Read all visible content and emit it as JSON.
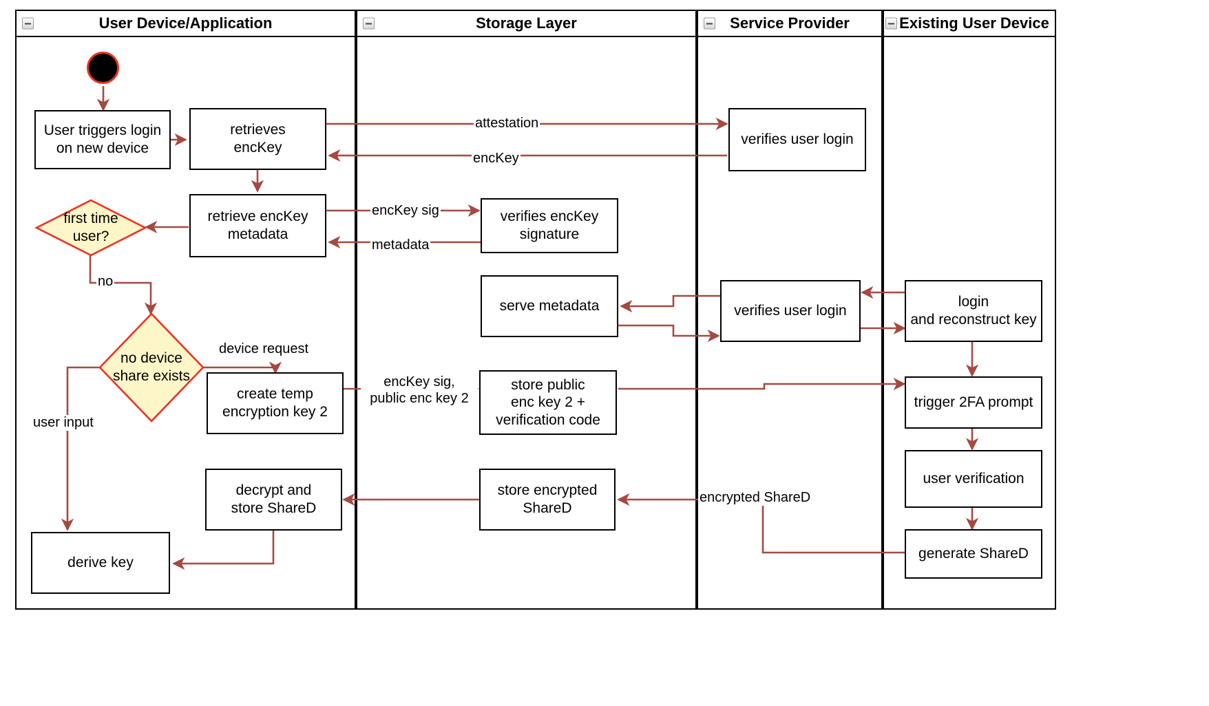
{
  "diagram": {
    "type": "uml-activity-swimlane",
    "title": "Login on new device / key reconstruction flow",
    "colors": {
      "lane_border": "#000000",
      "node_border": "#000000",
      "node_fill": "#ffffff",
      "edge": "#a44a42",
      "decision_fill": "#fdf6c8",
      "decision_border": "#ef3124",
      "start_fill": "#000000",
      "start_border": "#ef3124",
      "text": "#000000",
      "background": "#ffffff"
    },
    "lanes": [
      {
        "id": "lane-user-device",
        "label": "User Device/Application",
        "collapse_icon": "collapse-minus-icon"
      },
      {
        "id": "lane-storage",
        "label": "Storage Layer",
        "collapse_icon": "collapse-minus-icon"
      },
      {
        "id": "lane-service",
        "label": "Service Provider",
        "collapse_icon": "collapse-minus-icon"
      },
      {
        "id": "lane-existing-device",
        "label": "Existing User Device",
        "collapse_icon": "collapse-minus-icon"
      }
    ],
    "start_node": {
      "name": "initial-node",
      "label": ""
    },
    "nodes": [
      {
        "id": "n-trigger-login",
        "lane": "lane-user-device",
        "label": "User triggers login\non new device"
      },
      {
        "id": "n-retrieves-enckey",
        "lane": "lane-user-device",
        "label": "retrieves\nencKey"
      },
      {
        "id": "n-retrieve-meta",
        "lane": "lane-user-device",
        "label": "retrieve encKey\nmetadata"
      },
      {
        "id": "n-create-temp-key",
        "lane": "lane-user-device",
        "label": "create temp\nencryption key 2"
      },
      {
        "id": "n-decrypt-store",
        "lane": "lane-user-device",
        "label": "decrypt and\nstore ShareD"
      },
      {
        "id": "n-derive-key",
        "lane": "lane-user-device",
        "label": "derive key"
      },
      {
        "id": "n-verify-sig",
        "lane": "lane-storage",
        "label": "verifies encKey\nsignature"
      },
      {
        "id": "n-serve-metadata",
        "lane": "lane-storage",
        "label": "serve metadata"
      },
      {
        "id": "n-store-public",
        "lane": "lane-storage",
        "label": "store public\nenc key 2 +\nverification code"
      },
      {
        "id": "n-store-encrypted",
        "lane": "lane-storage",
        "label": "store encrypted\nShareD"
      },
      {
        "id": "n-verifies-login-1",
        "lane": "lane-service",
        "label": "verifies user login"
      },
      {
        "id": "n-verifies-login-2",
        "lane": "lane-service",
        "label": "verifies user login"
      },
      {
        "id": "n-login-reconstruct",
        "lane": "lane-existing-device",
        "label": "login\nand reconstruct key"
      },
      {
        "id": "n-trigger-2fa",
        "lane": "lane-existing-device",
        "label": "trigger 2FA prompt"
      },
      {
        "id": "n-user-verification",
        "lane": "lane-existing-device",
        "label": "user verification"
      },
      {
        "id": "n-generate-shared",
        "lane": "lane-existing-device",
        "label": "generate ShareD"
      }
    ],
    "decisions": [
      {
        "id": "d-first-time-user",
        "label": "first time\nuser?"
      },
      {
        "id": "d-no-device-share",
        "label": "no device\nshare exists"
      }
    ],
    "edge_labels": [
      {
        "id": "el-attestation",
        "text": "attestation"
      },
      {
        "id": "el-enckey",
        "text": "encKey"
      },
      {
        "id": "el-enckey-sig",
        "text": "encKey sig"
      },
      {
        "id": "el-metadata",
        "text": "metadata"
      },
      {
        "id": "el-no",
        "text": "no"
      },
      {
        "id": "el-device-request",
        "text": "device request"
      },
      {
        "id": "el-user-input",
        "text": "user input"
      },
      {
        "id": "el-enckey-sig-pub",
        "text": "encKey sig,\npublic enc key 2"
      },
      {
        "id": "el-encrypted-shared",
        "text": "encrypted ShareD"
      }
    ]
  }
}
